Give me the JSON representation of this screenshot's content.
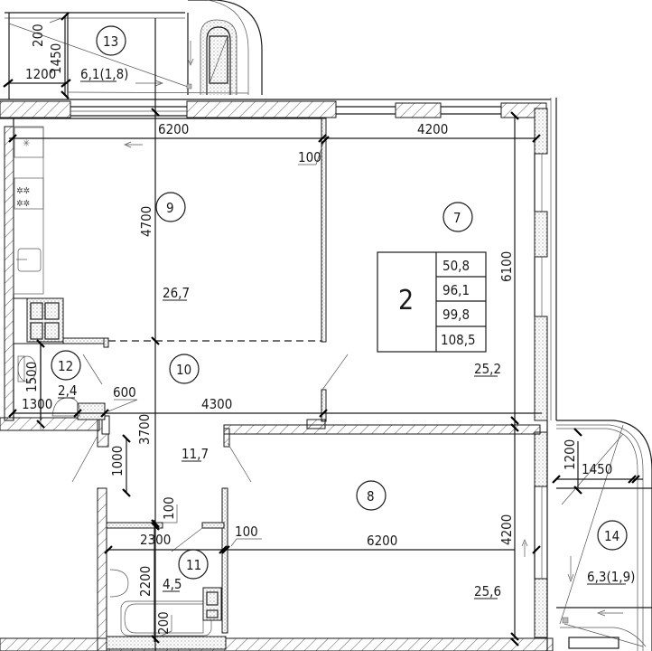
{
  "plan": {
    "apartment_rooms_count": "2",
    "summary_values": [
      "50,8",
      "96,1",
      "99,8",
      "108,5"
    ]
  },
  "rooms": [
    {
      "number": "7",
      "area": "25,2"
    },
    {
      "number": "8",
      "area": "25,6"
    },
    {
      "number": "9",
      "area": "26,7"
    },
    {
      "number": "10",
      "area": "11,7"
    },
    {
      "number": "11",
      "area": "4,5"
    },
    {
      "number": "12",
      "area": "2,4"
    },
    {
      "number": "13",
      "area": "6,1(1,8)"
    },
    {
      "number": "14",
      "area": "6,3(1,9)"
    }
  ],
  "dimensions": {
    "balcony13_height_small": "200",
    "balcony13_height": "1450",
    "balcony13_width": "1200",
    "kitchen_width": "6200",
    "kitchen_depth": "4700",
    "partition_100_top": "100",
    "room7_width": "4200",
    "room7_depth": "6100",
    "wc_depth": "1500",
    "wc_width": "1300",
    "wc_door": "600",
    "hall_width": "4300",
    "hall_depth": "3700",
    "door_width": "1000",
    "partition_100_bath_a": "100",
    "partition_100_bath_b": "100",
    "bath_width": "2300",
    "bath_depth": "2200",
    "bath_wall_200": "200",
    "room8_width": "6200",
    "room8_depth": "4200",
    "balcony14_height": "1200",
    "balcony14_width": "1450"
  }
}
